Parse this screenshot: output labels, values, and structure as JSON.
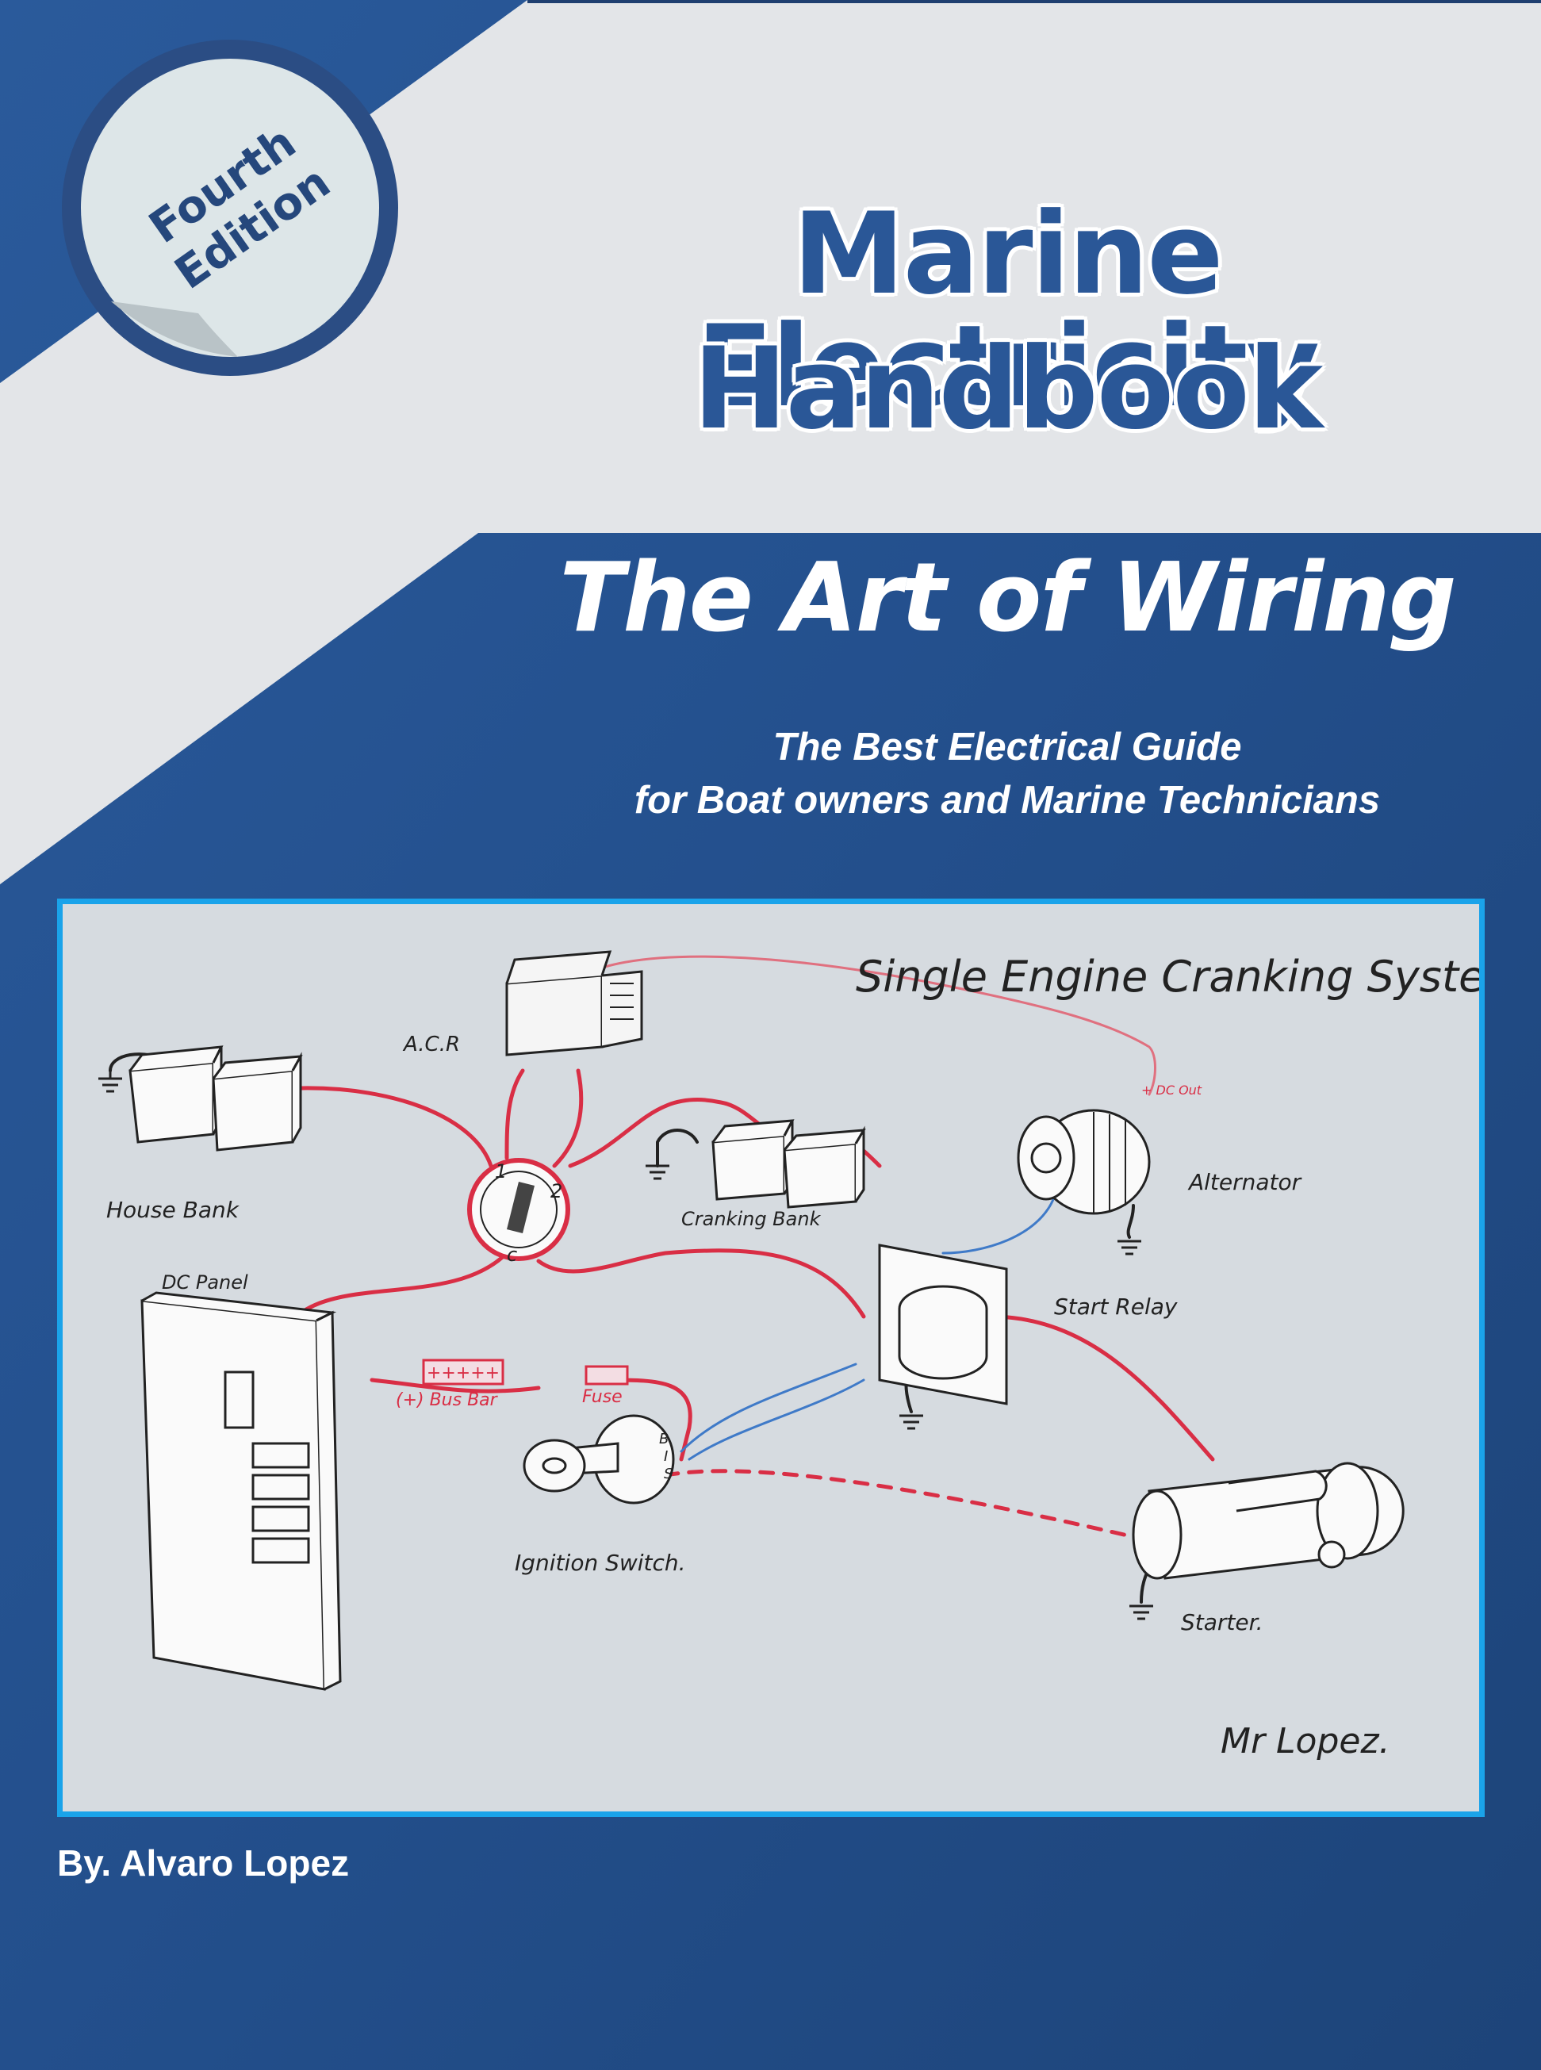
{
  "badge": {
    "line1": "Fourth",
    "line2": "Edition"
  },
  "title": {
    "line1": "Marine Electricity",
    "line2": "Handbook"
  },
  "subtitle": "The Art of Wiring",
  "tagline": {
    "line1": "The Best Electrical Guide",
    "line2": "for Boat owners and Marine Technicians"
  },
  "author": "By. Alvaro Lopez",
  "diagram": {
    "heading": "Single Engine Cranking System",
    "labels": {
      "acr": "A.C.R",
      "house_bank": "House Bank",
      "dc_panel": "DC Panel",
      "cranking_bank": "Cranking Bank",
      "alternator": "Alternator",
      "start_relay": "Start Relay",
      "bus_bar": "(+) Bus Bar",
      "fuse": "Fuse",
      "ignition_switch": "Ignition Switch.",
      "starter": "Starter.",
      "switch_1": "1",
      "switch_2": "2",
      "switch_c": "c",
      "alt_out": "+ DC Out",
      "ign_b": "B",
      "ign_i": "I",
      "ign_s": "S"
    },
    "signature": "Mr Lopez."
  },
  "colors": {
    "navy": "#1f4a84",
    "title_blue": "#2a5797",
    "light_panel": "#e3e5e8",
    "frame": "#1aa3ea",
    "wire_red": "#d92e45",
    "wire_blue": "#3f7ac8"
  }
}
